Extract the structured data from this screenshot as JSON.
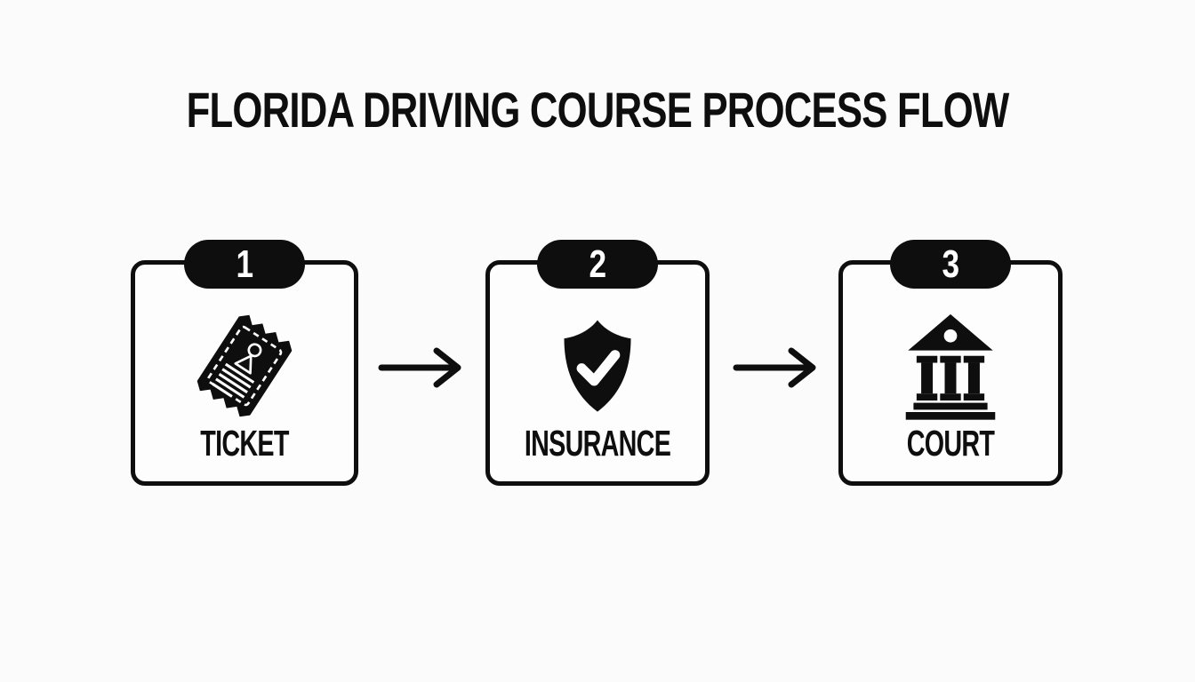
{
  "title": "FLORIDA DRIVING COURSE PROCESS FLOW",
  "flow": {
    "steps": [
      {
        "number": "1",
        "label": "TICKET",
        "icon": "ticket-icon"
      },
      {
        "number": "2",
        "label": "INSURANCE",
        "icon": "shield-check-icon"
      },
      {
        "number": "3",
        "label": "COURT",
        "icon": "courthouse-icon"
      }
    ],
    "connectors": [
      {
        "type": "arrow-right"
      },
      {
        "type": "arrow-right"
      }
    ]
  },
  "colors": {
    "ink": "#0e0e0e",
    "bg": "#fbfbfb",
    "box": "#fdfdfd",
    "badge_text": "#ffffff"
  }
}
